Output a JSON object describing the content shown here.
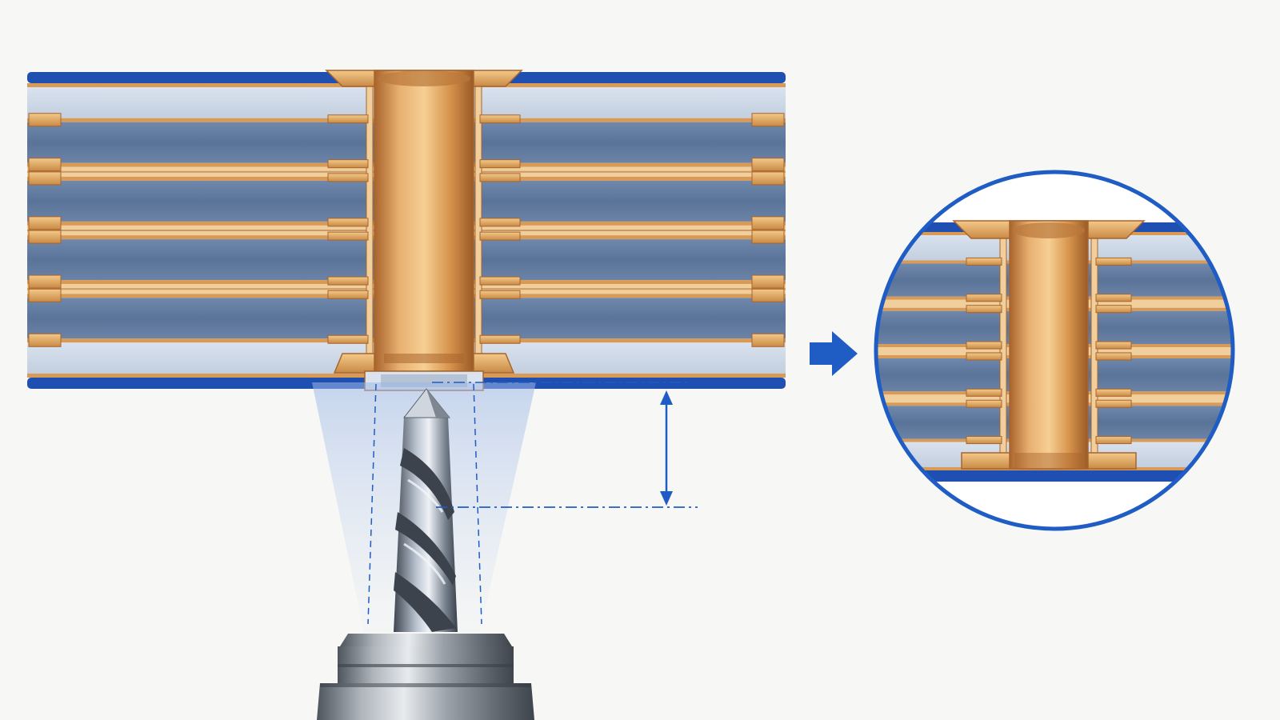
{
  "diagram": {
    "subject": "backdrill",
    "board": {
      "layer_sequence": [
        "prepreg",
        "core",
        "copper",
        "core",
        "copper",
        "core",
        "copper",
        "core",
        "prepreg"
      ],
      "signal_trace_positions": [
        1,
        2,
        3
      ]
    },
    "tool": {
      "type": "drill-bit",
      "icon": "drill-bit-icon"
    },
    "connector": {
      "icon": "arrow-right-icon"
    },
    "detail_view": {
      "shape": "circle"
    },
    "colors": {
      "background": "#f7f7f5",
      "solder_mask": "#1f4fb0",
      "dielectric_core": "#5f7aa0",
      "prepreg": "#cfd9e6",
      "copper": "#d89a55",
      "copper_light": "#f0c07c",
      "copper_dark": "#a8642c",
      "accent_blue": "#1f5cc4",
      "steel": "#8e959e"
    }
  }
}
